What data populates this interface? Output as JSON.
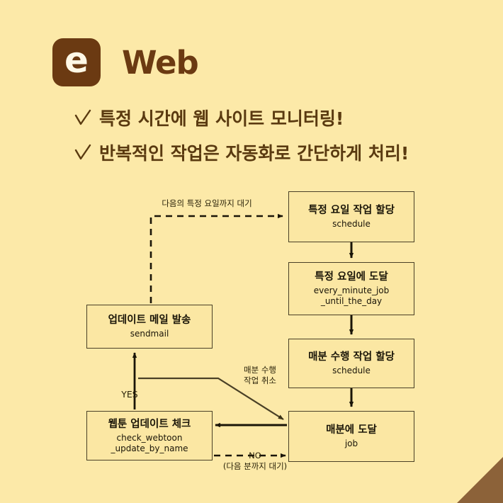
{
  "page": {
    "background_color": "#FCE9A8",
    "accent_color": "#6B3A12",
    "corner_color": "#8C6239"
  },
  "header": {
    "logo_glyph": "e",
    "logo_icon_name": "e-logo-icon",
    "title": "Web"
  },
  "bullets": [
    {
      "icon": "check-icon",
      "text": "특정 시간에 웹 사이트 모니터링!"
    },
    {
      "icon": "check-icon",
      "text": "반복적인 작업은 자동화로 간단하게 처리!"
    }
  ],
  "flowchart": {
    "type": "diagram",
    "nodes": [
      {
        "id": "schedule_day",
        "title": "특정 요일 작업 할당",
        "sub": "schedule"
      },
      {
        "id": "reach_day",
        "title": "특정 요일에 도달",
        "sub": "every_minute_job\n_until_the_day"
      },
      {
        "id": "schedule_min",
        "title": "매분 수행 작업 할당",
        "sub": "schedule"
      },
      {
        "id": "reach_min",
        "title": "매분에 도달",
        "sub": "job"
      },
      {
        "id": "sendmail",
        "title": "업데이트 메일 발송",
        "sub": "sendmail"
      },
      {
        "id": "check_webtoon",
        "title": "웹툰 업데이트 체크",
        "sub": "check_webtoon\n_update_by_name"
      }
    ],
    "edge_labels": {
      "wait_next_day": "다음의 특정 요일까지 대기",
      "cancel_minute_job": "매분 수행\n작업 취소",
      "yes": "YES",
      "no": "NO\n(다음 분까지 대기)"
    }
  }
}
